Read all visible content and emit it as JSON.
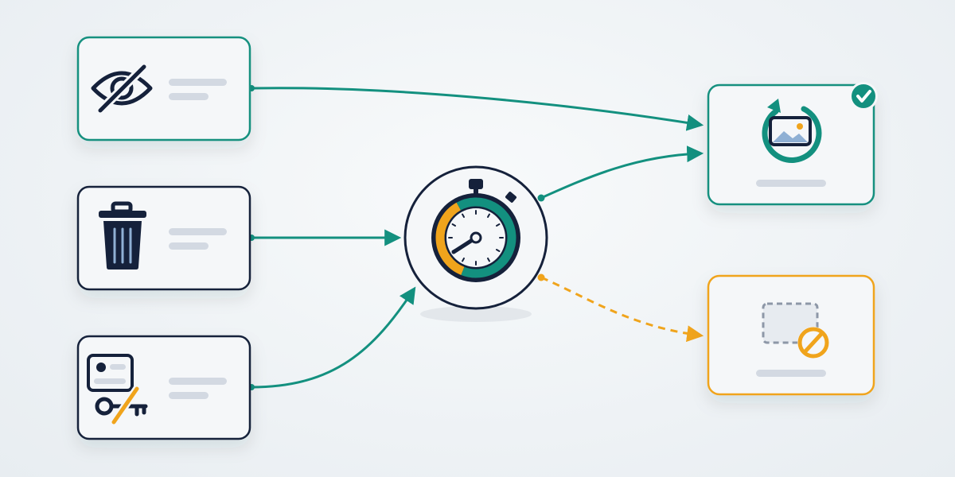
{
  "colors": {
    "teal": "#13907f",
    "navy": "#15213b",
    "amber": "#f0a41c",
    "placeholder": "#d3d9e2",
    "card_bg": "#f5f7f9"
  },
  "nodes": {
    "input_hidden": {
      "icon": "eye-slash-icon"
    },
    "input_deleted": {
      "icon": "trash-icon"
    },
    "input_access_revoked": {
      "icon": "id-card-key-revoked-icon"
    },
    "timer": {
      "icon": "stopwatch-icon"
    },
    "output_restored": {
      "icon": "image-restore-icon",
      "badge": "checkmark-badge-icon"
    },
    "output_blocked": {
      "icon": "image-blocked-icon"
    }
  },
  "edges": [
    {
      "from": "input_hidden",
      "to": "output_restored",
      "style": "solid",
      "color": "teal"
    },
    {
      "from": "input_deleted",
      "to": "timer",
      "style": "solid",
      "color": "teal"
    },
    {
      "from": "input_access_revoked",
      "to": "timer",
      "style": "solid",
      "color": "teal"
    },
    {
      "from": "timer",
      "to": "output_restored",
      "style": "solid",
      "color": "teal"
    },
    {
      "from": "timer",
      "to": "output_blocked",
      "style": "dashed",
      "color": "amber"
    }
  ],
  "timer_progress": {
    "amber_fraction": 0.36,
    "teal_fraction": 0.64
  }
}
